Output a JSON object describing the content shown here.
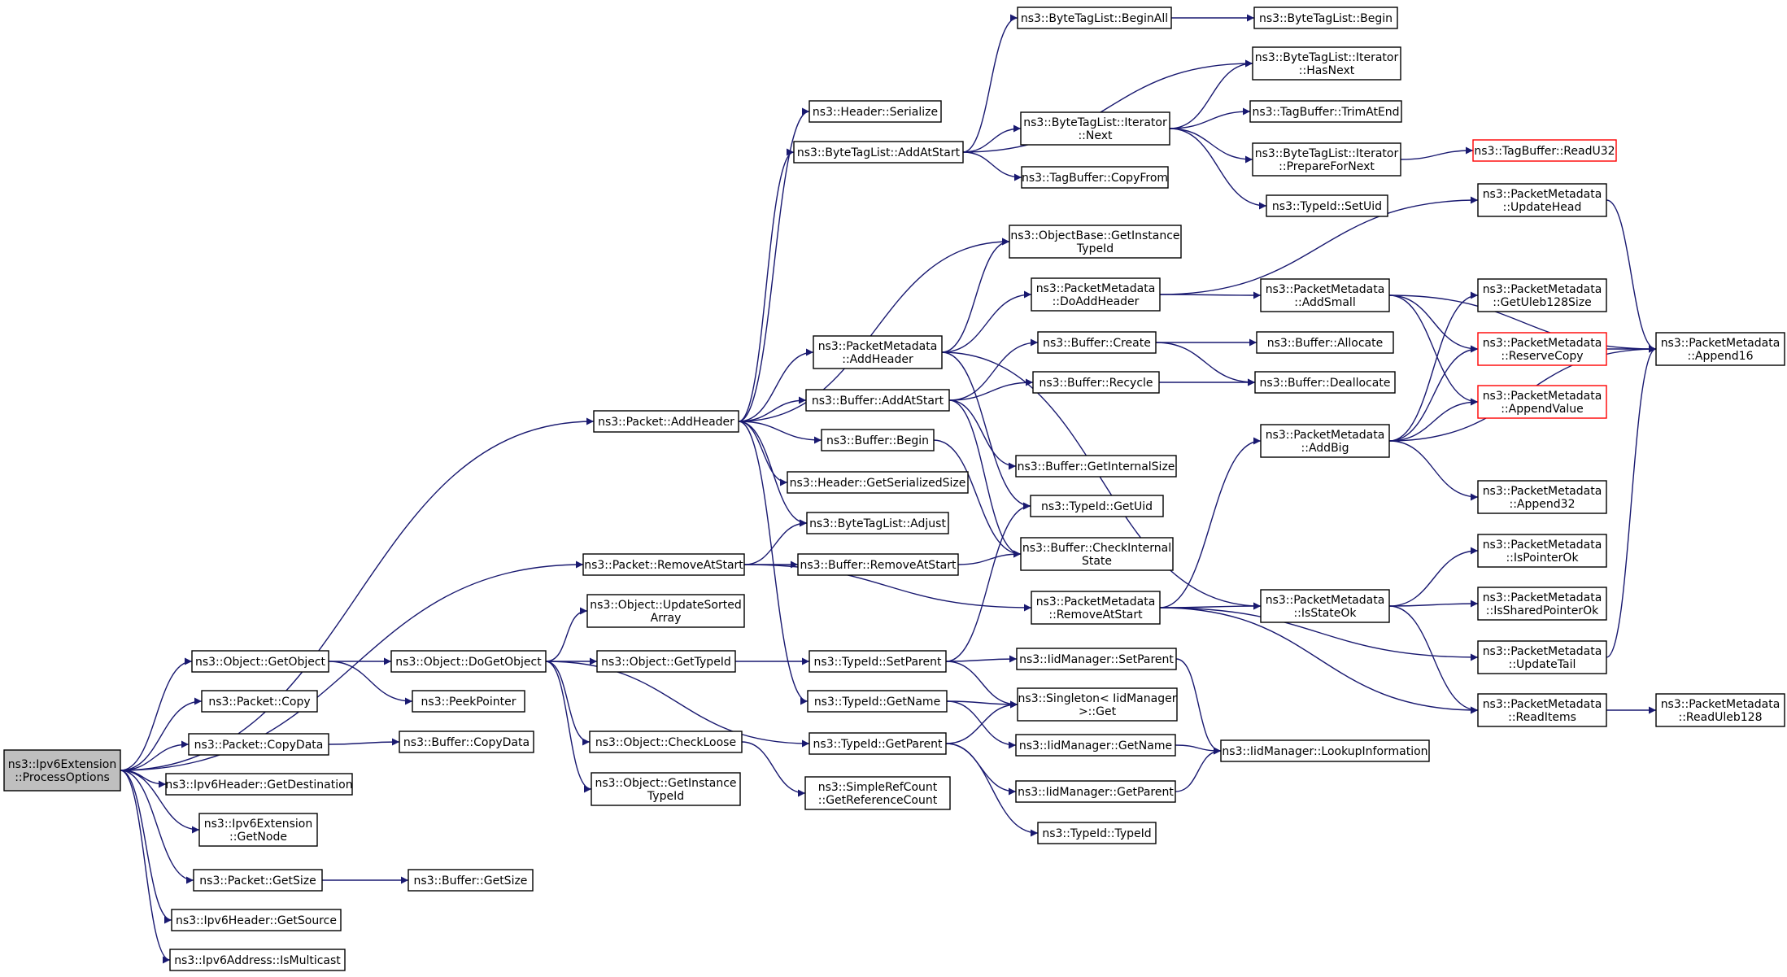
{
  "graph": {
    "root": "root",
    "edge_color": "#191970",
    "nodes": [
      {
        "id": "root",
        "label": [
          "ns3::Ipv6Extension",
          "::ProcessOptions"
        ],
        "style": "root"
      },
      {
        "id": "pkt_addheader",
        "label": [
          "ns3::Packet::AddHeader"
        ]
      },
      {
        "id": "pkt_removeatstart",
        "label": [
          "ns3::Packet::RemoveAtStart"
        ]
      },
      {
        "id": "obj_getobject",
        "label": [
          "ns3::Object::GetObject"
        ]
      },
      {
        "id": "pkt_copy",
        "label": [
          "ns3::Packet::Copy"
        ]
      },
      {
        "id": "pkt_copydata",
        "label": [
          "ns3::Packet::CopyData"
        ]
      },
      {
        "id": "ipv6h_getdest",
        "label": [
          "ns3::Ipv6Header::GetDestination"
        ]
      },
      {
        "id": "ipv6ext_getnode",
        "label": [
          "ns3::Ipv6Extension",
          "::GetNode"
        ]
      },
      {
        "id": "pkt_getsize",
        "label": [
          "ns3::Packet::GetSize"
        ]
      },
      {
        "id": "ipv6h_getsource",
        "label": [
          "ns3::Ipv6Header::GetSource"
        ]
      },
      {
        "id": "ipv6addr_ismulticast",
        "label": [
          "ns3::Ipv6Address::IsMulticast"
        ]
      },
      {
        "id": "hdr_serialize",
        "label": [
          "ns3::Header::Serialize"
        ]
      },
      {
        "id": "btl_addatstart",
        "label": [
          "ns3::ByteTagList::AddAtStart"
        ]
      },
      {
        "id": "pm_addheader",
        "label": [
          "ns3::PacketMetadata",
          "::AddHeader"
        ]
      },
      {
        "id": "buf_addatstart",
        "label": [
          "ns3::Buffer::AddAtStart"
        ]
      },
      {
        "id": "buf_begin",
        "label": [
          "ns3::Buffer::Begin"
        ]
      },
      {
        "id": "hdr_getserializedsize",
        "label": [
          "ns3::Header::GetSerializedSize"
        ]
      },
      {
        "id": "btl_adjust",
        "label": [
          "ns3::ByteTagList::Adjust"
        ]
      },
      {
        "id": "buf_removeatstart",
        "label": [
          "ns3::Buffer::RemoveAtStart"
        ]
      },
      {
        "id": "obj_updatesortedarray",
        "label": [
          "ns3::Object::UpdateSorted",
          "Array"
        ]
      },
      {
        "id": "obj_dogetobject",
        "label": [
          "ns3::Object::DoGetObject"
        ]
      },
      {
        "id": "peekpointer",
        "label": [
          "ns3::PeekPointer"
        ]
      },
      {
        "id": "obj_gettypeid",
        "label": [
          "ns3::Object::GetTypeId"
        ]
      },
      {
        "id": "obj_checkloose",
        "label": [
          "ns3::Object::CheckLoose"
        ]
      },
      {
        "id": "obj_getinstancetypeid",
        "label": [
          "ns3::Object::GetInstance",
          "TypeId"
        ]
      },
      {
        "id": "buf_copydata",
        "label": [
          "ns3::Buffer::CopyData"
        ]
      },
      {
        "id": "buf_getsize",
        "label": [
          "ns3::Buffer::GetSize"
        ]
      },
      {
        "id": "btl_beginall",
        "label": [
          "ns3::ByteTagList::BeginAll"
        ]
      },
      {
        "id": "btl_iter_next",
        "label": [
          "ns3::ByteTagList::Iterator",
          "::Next"
        ]
      },
      {
        "id": "tb_copyfrom",
        "label": [
          "ns3::TagBuffer::CopyFrom"
        ]
      },
      {
        "id": "objbase_getinstancetypeid",
        "label": [
          "ns3::ObjectBase::GetInstance",
          "TypeId"
        ]
      },
      {
        "id": "pm_doaddheader",
        "label": [
          "ns3::PacketMetadata",
          "::DoAddHeader"
        ]
      },
      {
        "id": "buf_create",
        "label": [
          "ns3::Buffer::Create"
        ]
      },
      {
        "id": "buf_recycle",
        "label": [
          "ns3::Buffer::Recycle"
        ]
      },
      {
        "id": "buf_getinternalsize",
        "label": [
          "ns3::Buffer::GetInternalSize"
        ]
      },
      {
        "id": "typeid_getuid",
        "label": [
          "ns3::TypeId::GetUid"
        ]
      },
      {
        "id": "buf_checkinternalstate",
        "label": [
          "ns3::Buffer::CheckInternal",
          "State"
        ]
      },
      {
        "id": "pm_removeatstart",
        "label": [
          "ns3::PacketMetadata",
          "::RemoveAtStart"
        ]
      },
      {
        "id": "typeid_setparent",
        "label": [
          "ns3::TypeId::SetParent"
        ]
      },
      {
        "id": "typeid_getname",
        "label": [
          "ns3::TypeId::GetName"
        ]
      },
      {
        "id": "typeid_getparent",
        "label": [
          "ns3::TypeId::GetParent"
        ]
      },
      {
        "id": "srefc_getrefcount",
        "label": [
          "ns3::SimpleRefCount",
          "::GetReferenceCount"
        ]
      },
      {
        "id": "btl_begin",
        "label": [
          "ns3::ByteTagList::Begin"
        ]
      },
      {
        "id": "btl_iter_hasnext",
        "label": [
          "ns3::ByteTagList::Iterator",
          "::HasNext"
        ]
      },
      {
        "id": "tb_trimatend",
        "label": [
          "ns3::TagBuffer::TrimAtEnd"
        ]
      },
      {
        "id": "btl_iter_prepare",
        "label": [
          "ns3::ByteTagList::Iterator",
          "::PrepareForNext"
        ]
      },
      {
        "id": "typeid_setuid",
        "label": [
          "ns3::TypeId::SetUid"
        ]
      },
      {
        "id": "pm_addsmall",
        "label": [
          "ns3::PacketMetadata",
          "::AddSmall"
        ]
      },
      {
        "id": "buf_allocate",
        "label": [
          "ns3::Buffer::Allocate"
        ]
      },
      {
        "id": "buf_deallocate",
        "label": [
          "ns3::Buffer::Deallocate"
        ]
      },
      {
        "id": "pm_addbig",
        "label": [
          "ns3::PacketMetadata",
          "::AddBig"
        ]
      },
      {
        "id": "pm_isstateok",
        "label": [
          "ns3::PacketMetadata",
          "::IsStateOk"
        ]
      },
      {
        "id": "iid_setparent",
        "label": [
          "ns3::IidManager::SetParent"
        ]
      },
      {
        "id": "singleton_get",
        "label": [
          "ns3::Singleton< IidManager",
          ">::Get"
        ]
      },
      {
        "id": "iid_getname",
        "label": [
          "ns3::IidManager::GetName"
        ]
      },
      {
        "id": "iid_getparent",
        "label": [
          "ns3::IidManager::GetParent"
        ]
      },
      {
        "id": "typeid_typeid",
        "label": [
          "ns3::TypeId::TypeId"
        ]
      },
      {
        "id": "iid_lookupinfo",
        "label": [
          "ns3::IidManager::LookupInformation"
        ]
      },
      {
        "id": "tb_readu32",
        "label": [
          "ns3::TagBuffer::ReadU32"
        ],
        "style": "red"
      },
      {
        "id": "pm_updatehead",
        "label": [
          "ns3::PacketMetadata",
          "::UpdateHead"
        ]
      },
      {
        "id": "pm_getuleb128size",
        "label": [
          "ns3::PacketMetadata",
          "::GetUleb128Size"
        ]
      },
      {
        "id": "pm_reservecopy",
        "label": [
          "ns3::PacketMetadata",
          "::ReserveCopy"
        ],
        "style": "red"
      },
      {
        "id": "pm_appendvalue",
        "label": [
          "ns3::PacketMetadata",
          "::AppendValue"
        ],
        "style": "red"
      },
      {
        "id": "pm_append32",
        "label": [
          "ns3::PacketMetadata",
          "::Append32"
        ]
      },
      {
        "id": "pm_ispointerok",
        "label": [
          "ns3::PacketMetadata",
          "::IsPointerOk"
        ]
      },
      {
        "id": "pm_issharedpointerok",
        "label": [
          "ns3::PacketMetadata",
          "::IsSharedPointerOk"
        ]
      },
      {
        "id": "pm_updatetail",
        "label": [
          "ns3::PacketMetadata",
          "::UpdateTail"
        ]
      },
      {
        "id": "pm_readitems",
        "label": [
          "ns3::PacketMetadata",
          "::ReadItems"
        ]
      },
      {
        "id": "pm_append16",
        "label": [
          "ns3::PacketMetadata",
          "::Append16"
        ]
      },
      {
        "id": "pm_readuleb128",
        "label": [
          "ns3::PacketMetadata",
          "::ReadUleb128"
        ]
      }
    ],
    "edges": [
      [
        "root",
        "pkt_addheader"
      ],
      [
        "root",
        "pkt_removeatstart"
      ],
      [
        "root",
        "obj_getobject"
      ],
      [
        "root",
        "pkt_copy"
      ],
      [
        "root",
        "pkt_copydata"
      ],
      [
        "root",
        "ipv6h_getdest"
      ],
      [
        "root",
        "ipv6ext_getnode"
      ],
      [
        "root",
        "pkt_getsize"
      ],
      [
        "root",
        "ipv6h_getsource"
      ],
      [
        "root",
        "ipv6addr_ismulticast"
      ],
      [
        "pkt_addheader",
        "hdr_serialize"
      ],
      [
        "pkt_addheader",
        "btl_addatstart"
      ],
      [
        "pkt_addheader",
        "objbase_getinstancetypeid"
      ],
      [
        "pkt_addheader",
        "pm_addheader"
      ],
      [
        "pkt_addheader",
        "buf_addatstart"
      ],
      [
        "pkt_addheader",
        "buf_begin"
      ],
      [
        "pkt_addheader",
        "hdr_getserializedsize"
      ],
      [
        "pkt_addheader",
        "btl_adjust"
      ],
      [
        "pkt_addheader",
        "typeid_getname"
      ],
      [
        "pkt_removeatstart",
        "btl_adjust"
      ],
      [
        "pkt_removeatstart",
        "buf_removeatstart"
      ],
      [
        "pkt_removeatstart",
        "pm_removeatstart"
      ],
      [
        "obj_getobject",
        "obj_dogetobject"
      ],
      [
        "obj_getobject",
        "peekpointer"
      ],
      [
        "pkt_copydata",
        "buf_copydata"
      ],
      [
        "pkt_getsize",
        "buf_getsize"
      ],
      [
        "obj_dogetobject",
        "obj_updatesortedarray"
      ],
      [
        "obj_dogetobject",
        "obj_gettypeid"
      ],
      [
        "obj_dogetobject",
        "obj_checkloose"
      ],
      [
        "obj_dogetobject",
        "obj_getinstancetypeid"
      ],
      [
        "obj_dogetobject",
        "typeid_getparent"
      ],
      [
        "obj_gettypeid",
        "typeid_setparent"
      ],
      [
        "obj_checkloose",
        "srefc_getrefcount"
      ],
      [
        "btl_addatstart",
        "btl_beginall"
      ],
      [
        "btl_addatstart",
        "btl_iter_hasnext"
      ],
      [
        "btl_addatstart",
        "btl_iter_next"
      ],
      [
        "btl_addatstart",
        "tb_copyfrom"
      ],
      [
        "btl_beginall",
        "btl_begin"
      ],
      [
        "btl_iter_next",
        "btl_iter_hasnext"
      ],
      [
        "btl_iter_next",
        "tb_trimatend"
      ],
      [
        "btl_iter_next",
        "btl_iter_prepare"
      ],
      [
        "btl_iter_next",
        "typeid_setuid"
      ],
      [
        "btl_iter_prepare",
        "tb_readu32"
      ],
      [
        "pm_addheader",
        "objbase_getinstancetypeid"
      ],
      [
        "pm_addheader",
        "pm_doaddheader"
      ],
      [
        "pm_addheader",
        "typeid_getuid"
      ],
      [
        "pm_addheader",
        "pm_isstateok"
      ],
      [
        "pm_doaddheader",
        "pm_updatehead"
      ],
      [
        "pm_doaddheader",
        "pm_addsmall"
      ],
      [
        "pm_addsmall",
        "pm_append16"
      ],
      [
        "pm_addsmall",
        "pm_reservecopy"
      ],
      [
        "pm_addsmall",
        "pm_appendvalue"
      ],
      [
        "buf_addatstart",
        "buf_create"
      ],
      [
        "buf_addatstart",
        "buf_recycle"
      ],
      [
        "buf_addatstart",
        "buf_getinternalsize"
      ],
      [
        "buf_addatstart",
        "buf_checkinternalstate"
      ],
      [
        "buf_create",
        "buf_allocate"
      ],
      [
        "buf_create",
        "buf_deallocate"
      ],
      [
        "buf_recycle",
        "buf_deallocate"
      ],
      [
        "buf_begin",
        "buf_checkinternalstate"
      ],
      [
        "buf_removeatstart",
        "buf_checkinternalstate"
      ],
      [
        "pm_removeatstart",
        "pm_addbig"
      ],
      [
        "pm_removeatstart",
        "pm_isstateok"
      ],
      [
        "pm_removeatstart",
        "pm_updatetail"
      ],
      [
        "pm_removeatstart",
        "pm_readitems"
      ],
      [
        "pm_addbig",
        "pm_getuleb128size"
      ],
      [
        "pm_addbig",
        "pm_reservecopy"
      ],
      [
        "pm_addbig",
        "pm_appendvalue"
      ],
      [
        "pm_addbig",
        "pm_append16"
      ],
      [
        "pm_addbig",
        "pm_append32"
      ],
      [
        "pm_isstateok",
        "pm_ispointerok"
      ],
      [
        "pm_isstateok",
        "pm_issharedpointerok"
      ],
      [
        "pm_isstateok",
        "pm_readitems"
      ],
      [
        "pm_updatehead",
        "pm_append16"
      ],
      [
        "pm_updatetail",
        "pm_append16"
      ],
      [
        "pm_reservecopy",
        "pm_append16"
      ],
      [
        "pm_readitems",
        "pm_readuleb128"
      ],
      [
        "typeid_setparent",
        "typeid_getuid"
      ],
      [
        "typeid_setparent",
        "iid_setparent"
      ],
      [
        "typeid_setparent",
        "singleton_get"
      ],
      [
        "typeid_getname",
        "singleton_get"
      ],
      [
        "typeid_getname",
        "iid_getname"
      ],
      [
        "typeid_getparent",
        "singleton_get"
      ],
      [
        "typeid_getparent",
        "iid_getparent"
      ],
      [
        "typeid_getparent",
        "typeid_typeid"
      ],
      [
        "iid_setparent",
        "iid_lookupinfo"
      ],
      [
        "iid_getname",
        "iid_lookupinfo"
      ],
      [
        "iid_getparent",
        "iid_lookupinfo"
      ]
    ]
  }
}
